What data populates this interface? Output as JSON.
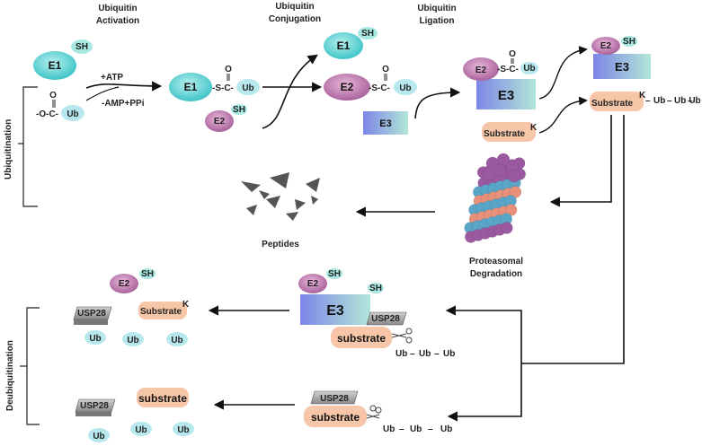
{
  "headers": {
    "activation": [
      "Ubiquitin",
      "Activation"
    ],
    "conjugation": [
      "Ubiquitin",
      "Conjugation"
    ],
    "ligation": [
      "Ubiquitin",
      "Ligation"
    ]
  },
  "side_labels": {
    "ubiquitination": "Ubiquitination",
    "deubiquitination": "Deubiquitination"
  },
  "molecules": {
    "e1": "E1",
    "e2": "E2",
    "e3": "E3",
    "ub": "Ub",
    "sh": "SH",
    "substrate": "Substrate",
    "substrate_lower": "substrate",
    "usp28": "USP28",
    "lysine": "K",
    "thioester_prefix": "-S-C-",
    "carboxyl_prefix": "-O-C-",
    "carbonyl_o": "O",
    "bond_dash": "–"
  },
  "reaction": {
    "atp": "+ATP",
    "amp": "-AMP+PPi"
  },
  "outcomes": {
    "peptides": "Peptides",
    "proteasomal": [
      "Proteasomal",
      "Degradation"
    ]
  },
  "colors": {
    "e1": "#5fd3d3",
    "e2": "#c07bb0",
    "e3_start": "#7d86e6",
    "e3_end": "#a6e0d6",
    "ub": "#b7e8ee",
    "sh": "#a8e8e2",
    "substrate": "#f7c6a8",
    "usp28": "#9a9a9a",
    "proteasome_purple": "#9b5aa0",
    "proteasome_blue": "#5aa6c8",
    "proteasome_salmon": "#e8907a"
  }
}
